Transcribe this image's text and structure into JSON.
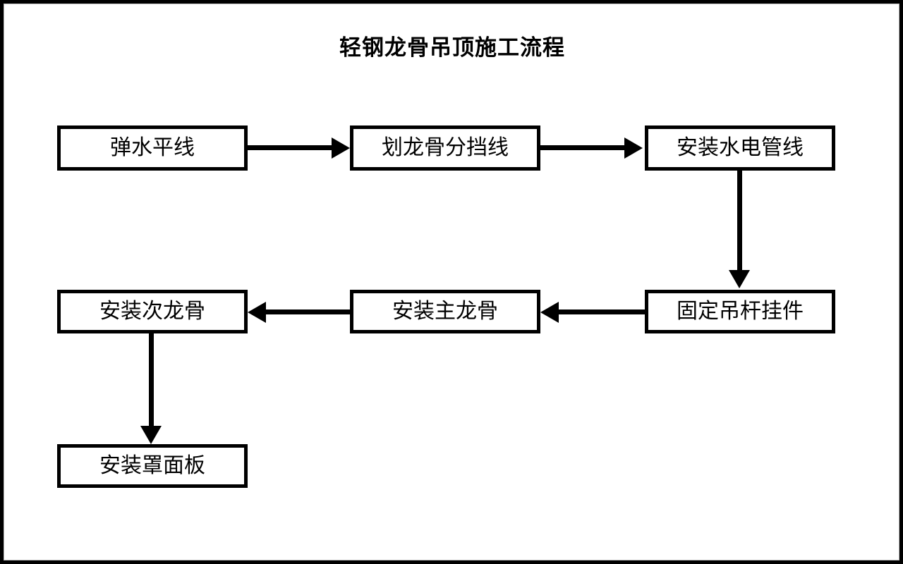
{
  "page": {
    "title": "轻钢龙骨吊顶施工流程",
    "border_color": "#000000",
    "background_color": "#ffffff",
    "text_color": "#000000"
  },
  "chart_data": {
    "type": "diagram",
    "diagram_kind": "flowchart",
    "title": "轻钢龙骨吊顶施工流程",
    "nodes": [
      {
        "id": "n1",
        "label": "弹水平线",
        "row": 1,
        "col": 1
      },
      {
        "id": "n2",
        "label": "划龙骨分挡线",
        "row": 1,
        "col": 2
      },
      {
        "id": "n3",
        "label": "安装水电管线",
        "row": 1,
        "col": 3
      },
      {
        "id": "n4",
        "label": "固定吊杆挂件",
        "row": 2,
        "col": 3
      },
      {
        "id": "n5",
        "label": "安装主龙骨",
        "row": 2,
        "col": 2
      },
      {
        "id": "n6",
        "label": "安装次龙骨",
        "row": 2,
        "col": 1
      },
      {
        "id": "n7",
        "label": "安装罩面板",
        "row": 3,
        "col": 1
      }
    ],
    "edges": [
      {
        "from": "n1",
        "to": "n2",
        "direction": "right"
      },
      {
        "from": "n2",
        "to": "n3",
        "direction": "right"
      },
      {
        "from": "n3",
        "to": "n4",
        "direction": "down"
      },
      {
        "from": "n4",
        "to": "n5",
        "direction": "left"
      },
      {
        "from": "n5",
        "to": "n6",
        "direction": "left"
      },
      {
        "from": "n6",
        "to": "n7",
        "direction": "down"
      }
    ]
  }
}
